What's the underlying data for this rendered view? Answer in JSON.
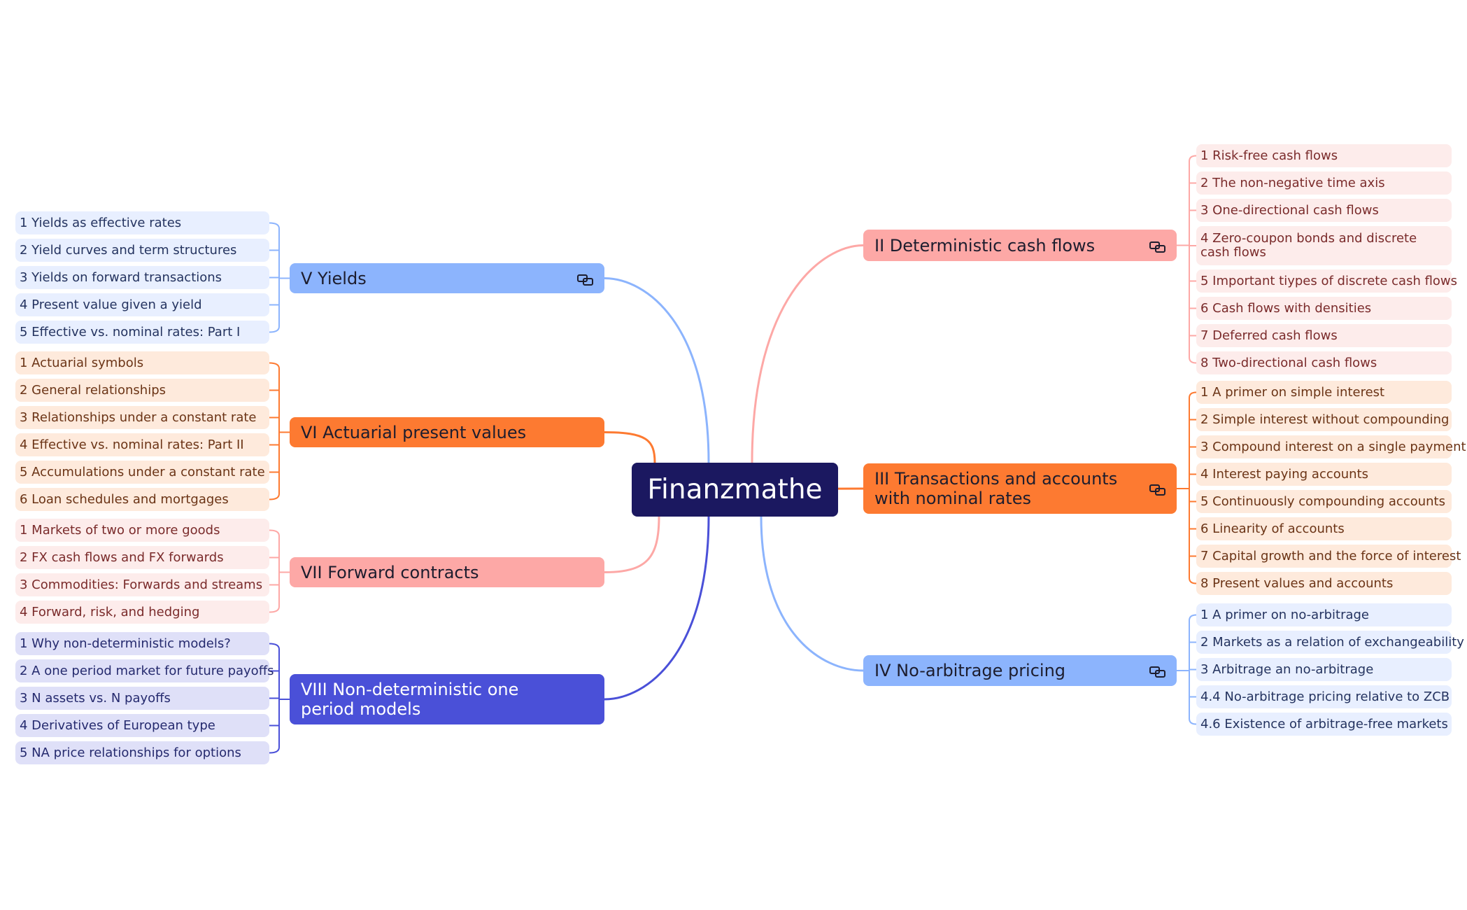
{
  "root": {
    "label": "Finanzmathe"
  },
  "colors": {
    "root": "#1b1860",
    "pink": "#fda8a6",
    "orange": "#fd7a31",
    "blue": "#8cb4fd",
    "indigo": "#4a50d8"
  },
  "icons": {
    "collapse": "collapse-icon"
  },
  "branches": [
    {
      "id": "ii",
      "label": "II Deterministic cash flows",
      "theme": "pink",
      "side": "right",
      "collapse_icon": true,
      "items": [
        "1 Risk-free cash flows",
        "2 The non-negative time axis",
        "3 One-directional cash flows",
        "4 Zero-coupon bonds and discrete cash flows",
        "5 Important tiypes of discrete cash flows",
        "6 Cash flows with densities",
        "7 Deferred cash flows",
        "8 Two-directional cash flows"
      ]
    },
    {
      "id": "iii",
      "label": "III Transactions and accounts with nominal rates",
      "theme": "orange",
      "side": "right",
      "collapse_icon": true,
      "items": [
        "1 A primer on simple interest",
        "2 Simple interest without compounding",
        "3 Compound interest on a single payment",
        "4 Interest paying accounts",
        "5 Continuously compounding accounts",
        "6 Linearity of accounts",
        "7 Capital growth and the force of interest",
        "8 Present values and accounts"
      ]
    },
    {
      "id": "iv",
      "label": "IV No-arbitrage pricing",
      "theme": "blue",
      "side": "right",
      "collapse_icon": true,
      "items": [
        "1 A primer on no-arbitrage",
        "2 Markets as a relation of exchangeability",
        "3 Arbitrage an no-arbitrage",
        "4.4 No-arbitrage pricing relative to ZCB",
        "4.6 Existence of arbitrage-free markets"
      ]
    },
    {
      "id": "v",
      "label": "V Yields",
      "theme": "blue",
      "side": "left",
      "collapse_icon": true,
      "items": [
        "1 Yields as effective rates",
        "2 Yield curves and term structures",
        "3 Yields on forward transactions",
        "4 Present value given a yield",
        "5 Effective vs. nominal rates: Part I"
      ]
    },
    {
      "id": "vi",
      "label": "VI Actuarial present values",
      "theme": "orange",
      "side": "left",
      "collapse_icon": false,
      "items": [
        "1 Actuarial symbols",
        "2 General relationships",
        "3 Relationships under a constant rate",
        "4 Effective vs. nominal rates: Part II",
        "5 Accumulations under a constant rate",
        "6 Loan schedules and mortgages"
      ]
    },
    {
      "id": "vii",
      "label": "VII Forward contracts",
      "theme": "pink",
      "side": "left",
      "collapse_icon": false,
      "items": [
        "1 Markets of two or more goods",
        "2 FX cash flows and FX forwards",
        "3 Commodities: Forwards and streams",
        "4 Forward, risk, and hedging"
      ]
    },
    {
      "id": "viii",
      "label": "VIII Non-deterministic one period models",
      "theme": "indigo",
      "side": "left",
      "collapse_icon": false,
      "items": [
        "1 Why non-deterministic models?",
        "2 A one period market for future payoffs",
        "3 N assets vs. N payoffs",
        "4 Derivatives of European type",
        "5 NA price relationships for options"
      ]
    }
  ]
}
